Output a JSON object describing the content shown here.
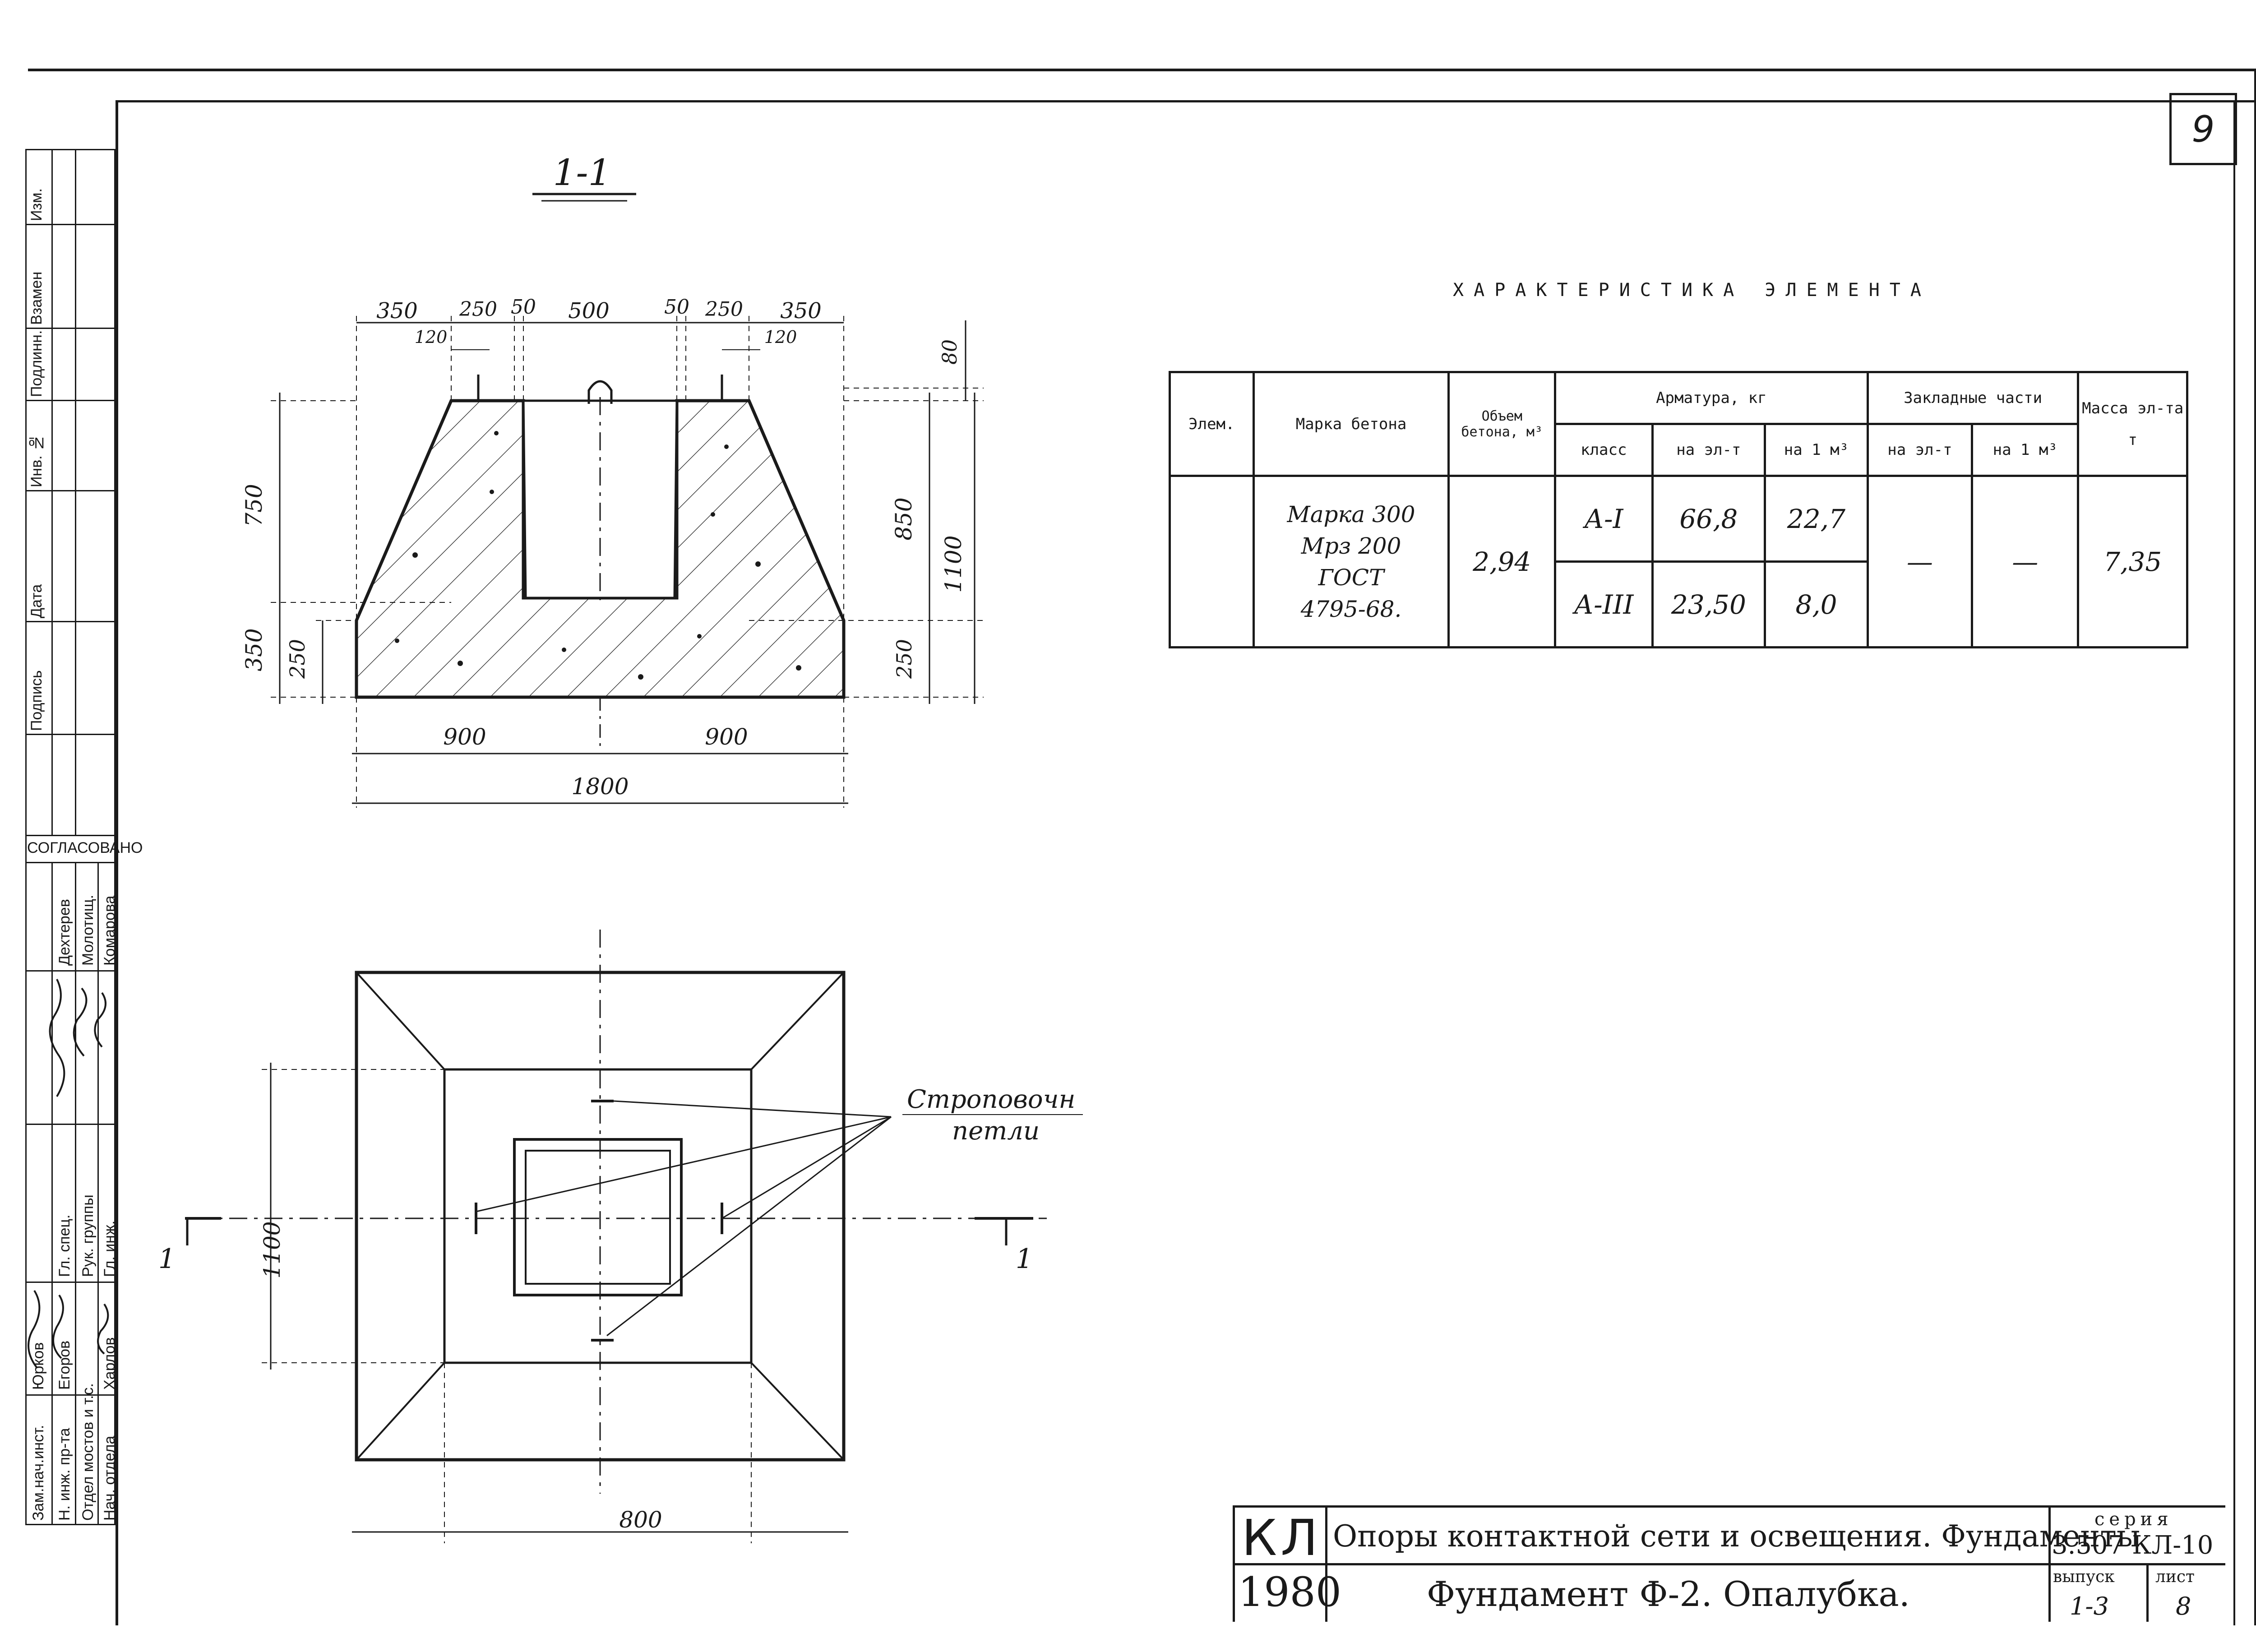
{
  "page_number": "9",
  "section_label": "1-1",
  "characteristics": {
    "title": "ХАРАКТЕРИСТИКА ЭЛЕМЕНТА",
    "headers": {
      "element": "Элем.",
      "concrete_grade": "Марка бетона",
      "volume": "Объем бетона, м³",
      "reinforcement": "Арматура, кг",
      "reinf_class": "класс",
      "reinf_per_element": "на эл-т",
      "reinf_per_m3": "на 1 м³",
      "embedded": "Закладные части",
      "emb_per_element": "на эл-т",
      "emb_per_m3": "на 1 м³",
      "mass": "Масса эл-та",
      "mass_unit": "т"
    },
    "row": {
      "element": "",
      "concrete_lines": [
        "Марка 300",
        "Мрз 200",
        "ГОСТ",
        "4795-68."
      ],
      "volume": "2,94",
      "reinf": [
        {
          "class": "А-I",
          "per_element": "66,8",
          "per_m3": "22,7"
        },
        {
          "class": "А-III",
          "per_element": "23,50",
          "per_m3": "8,0"
        }
      ],
      "emb_per_element": "—",
      "emb_per_m3": "—",
      "mass": "7,35"
    }
  },
  "section_dims": {
    "top": [
      "350",
      "250",
      "50",
      "500",
      "50",
      "250",
      "350"
    ],
    "small_left": "120",
    "small_right": "120",
    "right_top": "80",
    "left_vertical": [
      "750",
      "350",
      "250"
    ],
    "right_vertical": [
      "850",
      "1100",
      "250"
    ],
    "bottom_halves": [
      "900",
      "900"
    ],
    "bottom_total": "1800"
  },
  "plan_dims": {
    "height": "1100",
    "width": "800",
    "cut_mark_left": "1",
    "cut_mark_right": "1",
    "note_line1": "Строповочн",
    "note_line2": "петли"
  },
  "stamp": {
    "agreed": "СОГЛАСОВАНО",
    "header_labels": [
      "Подпись",
      "Дата",
      "Инв. №",
      "Подлинн.",
      "Взамен",
      "Изм."
    ],
    "names_upper": [
      "Дехтерев",
      "Молотищ.",
      "Комарова"
    ],
    "roles_upper": [
      "Гл. спец.",
      "Рук. группы",
      "Гл. инж."
    ],
    "roles_lower": [
      "Зам.нач.инст.",
      "Н. инж. пр-та",
      "Отдел мостов и т.с.",
      "Нач. отдела"
    ],
    "names_lower": [
      "Юрков",
      "Егоров",
      "",
      "Харлов"
    ]
  },
  "title_block": {
    "org": "КЛ",
    "year": "1980",
    "title_top": "Опоры контактной сети и освещения. Фундаменты",
    "title_bottom": "Фундамент Ф-2. Опалубка.",
    "series_label": "серия",
    "series_value": "3.507 КЛ-10",
    "issue_label": "выпуск",
    "issue_value": "1-3",
    "sheet_label": "лист",
    "sheet_value": "8"
  }
}
